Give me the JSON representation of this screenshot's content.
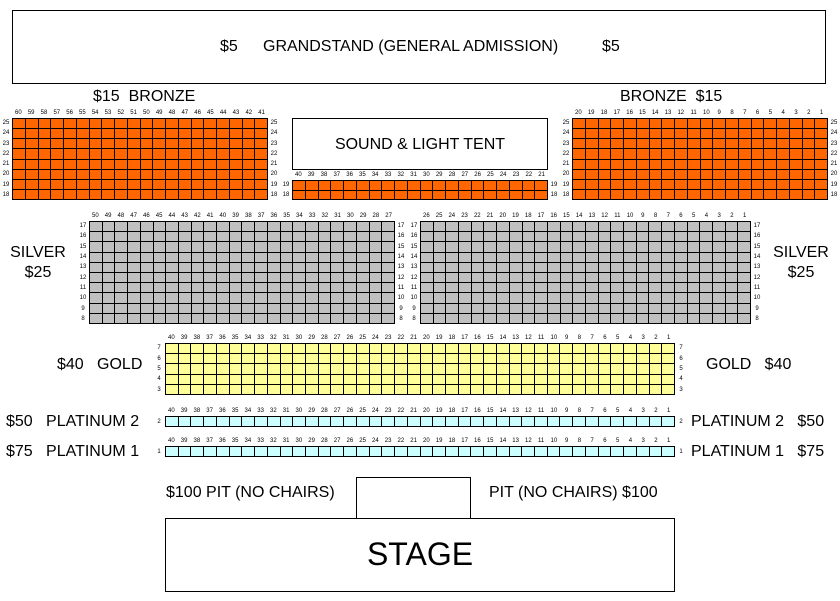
{
  "grandstand": {
    "price_left": "$5",
    "name": "GRANDSTAND (GENERAL ADMISSION)",
    "price_right": "$5"
  },
  "bronze": {
    "left_label": "$15  BRONZE",
    "right_label": "BRONZE  $15",
    "color": "#ff6600"
  },
  "sound_tent": {
    "label": "SOUND & LIGHT TENT"
  },
  "silver": {
    "name": "SILVER",
    "price": "$25",
    "color": "#c0c0c0"
  },
  "gold": {
    "left_label": "$40   GOLD",
    "right_label": "GOLD   $40",
    "color": "#ffff99"
  },
  "platinum2": {
    "left_label": "$50   PLATINUM 2",
    "right_label": "PLATINUM 2   $50",
    "color": "#ccffff"
  },
  "platinum1": {
    "left_label": "$75   PLATINUM 1",
    "right_label": "PLATINUM 1   $75",
    "color": "#ccffff"
  },
  "pit": {
    "left_label": "$100 PIT (NO CHAIRS)",
    "right_label": "PIT (NO CHAIRS) $100"
  },
  "stage": {
    "label": "STAGE"
  },
  "sections": {
    "bronze_left": {
      "seats": [
        "60",
        "59",
        "58",
        "57",
        "56",
        "55",
        "54",
        "53",
        "52",
        "51",
        "50",
        "49",
        "48",
        "47",
        "46",
        "45",
        "44",
        "43",
        "42",
        "41"
      ],
      "rows": [
        "25",
        "24",
        "23",
        "22",
        "21",
        "20",
        "19",
        "18"
      ]
    },
    "bronze_mid": {
      "seats": [
        "40",
        "39",
        "38",
        "37",
        "36",
        "35",
        "34",
        "33",
        "32",
        "31",
        "30",
        "29",
        "28",
        "27",
        "26",
        "25",
        "24",
        "23",
        "22",
        "21"
      ],
      "rows": [
        "19",
        "18"
      ]
    },
    "bronze_right": {
      "seats": [
        "20",
        "19",
        "18",
        "17",
        "16",
        "15",
        "14",
        "13",
        "12",
        "11",
        "10",
        "9",
        "8",
        "7",
        "6",
        "5",
        "4",
        "3",
        "2",
        "1"
      ],
      "rows": [
        "25",
        "24",
        "23",
        "22",
        "21",
        "20",
        "19",
        "18"
      ]
    },
    "silver_left": {
      "seats": [
        "50",
        "49",
        "48",
        "47",
        "46",
        "45",
        "44",
        "43",
        "42",
        "41",
        "40",
        "39",
        "38",
        "37",
        "36",
        "35",
        "34",
        "33",
        "32",
        "31",
        "30",
        "29",
        "28",
        "27"
      ],
      "rows": [
        "17",
        "16",
        "15",
        "14",
        "13",
        "12",
        "11",
        "10",
        "9",
        "8"
      ]
    },
    "silver_right": {
      "seats": [
        "26",
        "25",
        "24",
        "23",
        "22",
        "21",
        "20",
        "19",
        "18",
        "17",
        "16",
        "15",
        "14",
        "13",
        "12",
        "11",
        "10",
        "9",
        "8",
        "7",
        "6",
        "5",
        "4",
        "3",
        "2",
        "1"
      ],
      "rows": [
        "17",
        "16",
        "15",
        "14",
        "13",
        "12",
        "11",
        "10",
        "9",
        "8"
      ]
    },
    "gold": {
      "seats": [
        "40",
        "39",
        "38",
        "37",
        "36",
        "35",
        "34",
        "33",
        "32",
        "31",
        "30",
        "29",
        "28",
        "27",
        "26",
        "25",
        "24",
        "23",
        "22",
        "21",
        "20",
        "19",
        "18",
        "17",
        "16",
        "15",
        "14",
        "13",
        "12",
        "11",
        "10",
        "9",
        "8",
        "7",
        "6",
        "5",
        "4",
        "3",
        "2",
        "1"
      ],
      "rows": [
        "7",
        "6",
        "5",
        "4",
        "3"
      ]
    },
    "platinum2": {
      "seats": [
        "40",
        "39",
        "38",
        "37",
        "36",
        "35",
        "34",
        "33",
        "32",
        "31",
        "30",
        "29",
        "28",
        "27",
        "26",
        "25",
        "24",
        "23",
        "22",
        "21",
        "20",
        "19",
        "18",
        "17",
        "16",
        "15",
        "14",
        "13",
        "12",
        "11",
        "10",
        "9",
        "8",
        "7",
        "6",
        "5",
        "4",
        "3",
        "2",
        "1"
      ],
      "rows": [
        "2"
      ]
    },
    "platinum1": {
      "seats": [
        "40",
        "39",
        "38",
        "37",
        "36",
        "35",
        "34",
        "33",
        "32",
        "31",
        "30",
        "29",
        "28",
        "27",
        "26",
        "25",
        "24",
        "23",
        "22",
        "21",
        "20",
        "19",
        "18",
        "17",
        "16",
        "15",
        "14",
        "13",
        "12",
        "11",
        "10",
        "9",
        "8",
        "7",
        "6",
        "5",
        "4",
        "3",
        "2",
        "1"
      ],
      "rows": [
        "1"
      ]
    }
  }
}
